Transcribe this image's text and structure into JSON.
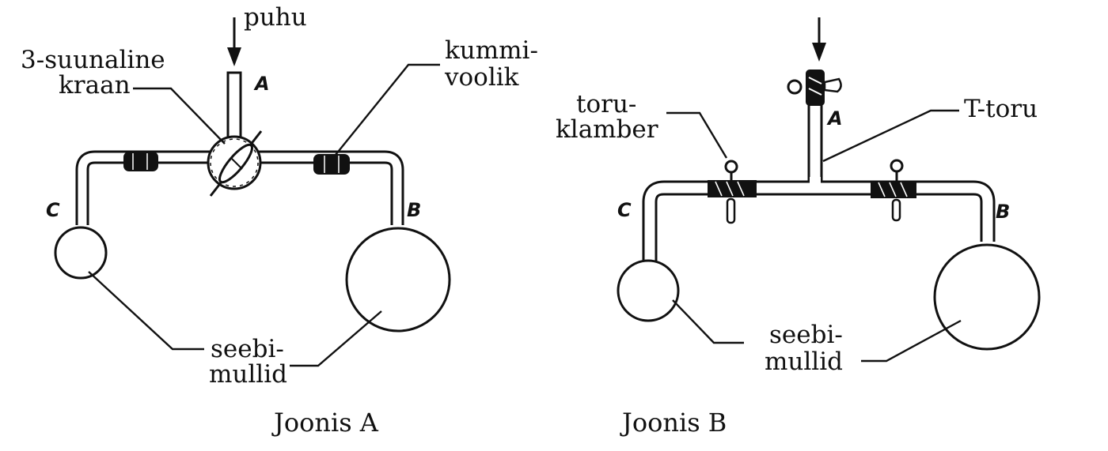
{
  "figure_a": {
    "caption": "Joonis A",
    "label_blow": "puhu",
    "label_valve_line1": "3-suunaline",
    "label_valve_line2": "kraan",
    "label_hose_line1": "kummi-",
    "label_hose_line2": "voolik",
    "label_bubbles_line1": "seebi-",
    "label_bubbles_line2": "mullid",
    "letter_a": "A",
    "letter_b": "B",
    "letter_c": "C"
  },
  "figure_b": {
    "caption": "Joonis B",
    "label_clamp_line1": "toru-",
    "label_clamp_line2": "klamber",
    "label_ttube": "T-toru",
    "label_bubbles_line1": "seebi-",
    "label_bubbles_line2": "mullid",
    "letter_a": "A",
    "letter_b": "B",
    "letter_c": "C"
  }
}
